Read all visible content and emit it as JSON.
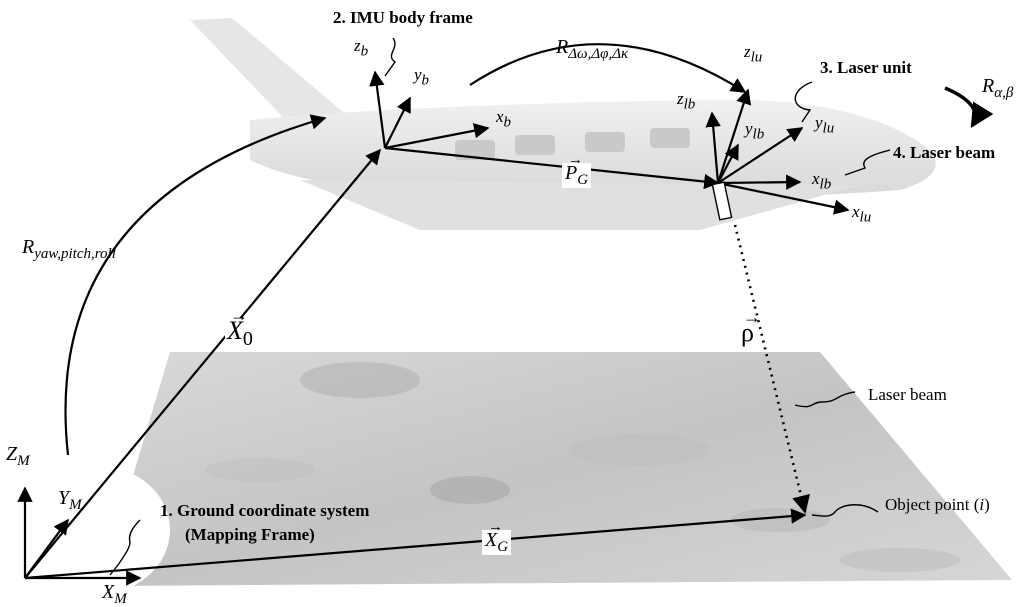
{
  "frames": {
    "ground": {
      "title_line1": "1. Ground coordinate system",
      "title_line2": "(Mapping Frame)",
      "x": "X",
      "x_sub": "M",
      "y": "Y",
      "y_sub": "M",
      "z": "Z",
      "z_sub": "M"
    },
    "imu": {
      "title": "2. IMU body frame",
      "x": "x",
      "x_sub": "b",
      "y": "y",
      "y_sub": "b",
      "z": "z",
      "z_sub": "b"
    },
    "laser_unit": {
      "title": "3. Laser unit",
      "x": "x",
      "x_sub": "lu",
      "y": "y",
      "y_sub": "lu",
      "z": "z",
      "z_sub": "lu"
    },
    "laser_beam": {
      "title": "4. Laser beam",
      "x": "x",
      "x_sub": "lb",
      "y": "y",
      "y_sub": "lb",
      "z": "z",
      "z_sub": "lb"
    }
  },
  "rotations": {
    "r_ypr": {
      "symbol": "R",
      "sub": "yaw,pitch,roll"
    },
    "r_mount": {
      "symbol": "R",
      "sub": "Δω,Δφ,Δκ"
    },
    "r_ab": {
      "symbol": "R",
      "sub": "α,β"
    }
  },
  "vectors": {
    "x0": {
      "symbol": "X",
      "sub": "0"
    },
    "pg": {
      "symbol": "P",
      "sub": "G"
    },
    "xg": {
      "symbol": "X",
      "sub": "G"
    },
    "rho": {
      "symbol": "ρ"
    }
  },
  "annotations": {
    "laser_beam": "Laser beam",
    "object_point_prefix": "Object point (",
    "object_point_var": "i",
    "object_point_suffix": ")"
  },
  "colors": {
    "ink": "#000000",
    "terrain": "#cfcfcf",
    "aircraft": "#e4e4e4"
  }
}
